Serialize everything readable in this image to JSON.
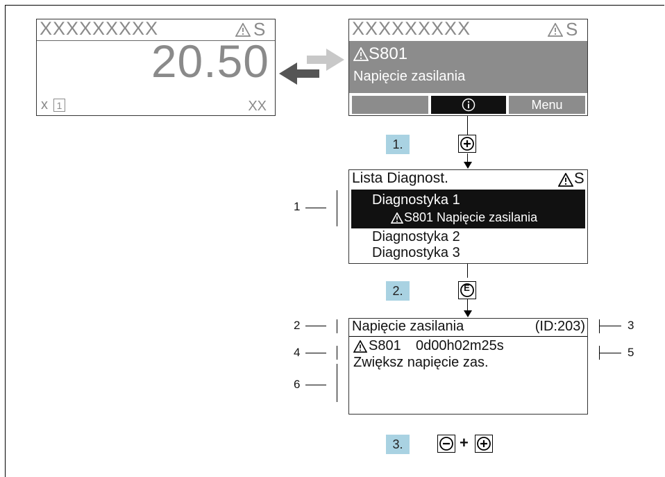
{
  "display_left": {
    "header": "XXXXXXXXX",
    "status": "S",
    "value": "20.50",
    "footer_left": "x",
    "footer_channel": "1",
    "footer_right": "XX"
  },
  "display_right": {
    "header": "XXXXXXXXX",
    "status": "S",
    "code": "S801",
    "message": "Napięcie zasilania",
    "menu_label": "Menu"
  },
  "steps": {
    "step1": "1.",
    "step2": "2.",
    "step3": "3."
  },
  "keys": {
    "plus": "+",
    "enter": "E",
    "minus": "−",
    "combine": "+"
  },
  "diag_list": {
    "title": "Lista Diagnost.",
    "status": "S",
    "item1": "Diagnostyka  1",
    "item1_detail": "S801 Napięcie zasilania",
    "item2": "Diagnostyka  2",
    "item3": "Diagnostyka  3"
  },
  "detail": {
    "title": "Napięcie zasilania",
    "id": "(ID:203)",
    "code": "S801",
    "time": "0d00h02m25s",
    "remedy": "Zwiększ napięcie zas."
  },
  "callouts": {
    "c1": "1",
    "c2": "2",
    "c3": "3",
    "c4": "4",
    "c5": "5",
    "c6": "6"
  }
}
